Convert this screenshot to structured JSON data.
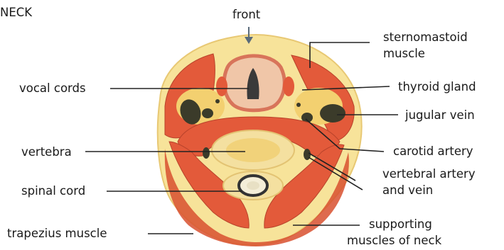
{
  "title": "NECK",
  "labels": {
    "front": "front",
    "sternomastoid": [
      "sternomastoid",
      "muscle"
    ],
    "vocal_cords": "vocal cords",
    "thyroid_gland": "thyroid gland",
    "jugular_vein": "jugular vein",
    "vertebra": "vertebra",
    "carotid_artery": "carotid artery",
    "vertebral_artery": [
      "vertebral artery",
      "and vein"
    ],
    "spinal_cord": "spinal cord",
    "trapezius": "trapezius muscle",
    "supporting_muscles": [
      "supporting",
      "muscles of neck"
    ]
  },
  "colors": {
    "skin": "#f7e39a",
    "muscle": "#e35a3a",
    "muscle_dark": "#c6432a",
    "fat": "#f3d070",
    "bone": "#f4e0a0",
    "bone_spots": "#e8b24a",
    "airway": "#3a3a3a",
    "vein": "#3b3b2a",
    "leader": "#222222"
  }
}
